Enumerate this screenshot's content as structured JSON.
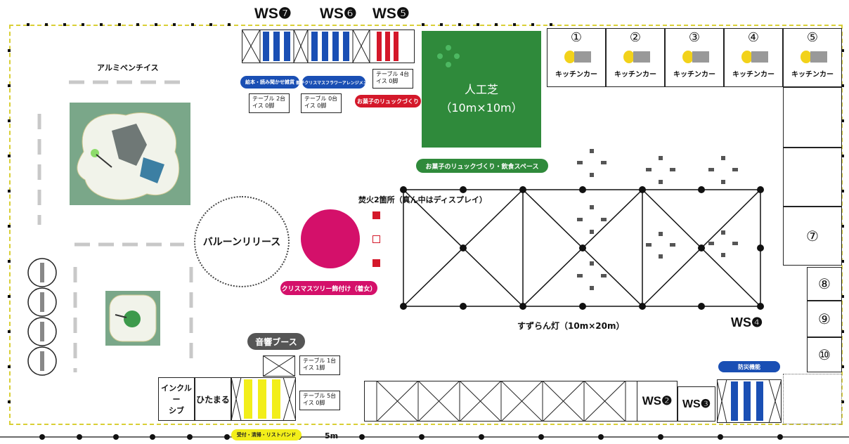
{
  "workshops": {
    "ws7": "WS❼",
    "ws6": "WS❻",
    "ws5": "WS❺",
    "ws4": "WS❹",
    "ws2": "WS❷",
    "ws3": "WS❸"
  },
  "labels": {
    "aluminum_bench": "アルミベンチイス",
    "balloon_release": "バルーンリリース",
    "bonfire": "焚火2箇所（真ん中はディスプレイ）",
    "turf_title": "人工芝",
    "turf_size": "（10m×10m）",
    "suzuran": "すずらん灯（10m×20m）",
    "sound_booth": "音響ブース",
    "inclusive": "インクルー\nシブ",
    "himataru": "ひたまる",
    "scale": "5m"
  },
  "pills": {
    "ws7_pill": "絵本・読み聞かせ雑貨 ",
    "ws6_pill": "親子クリスマスフラワーアレンジメント",
    "candy_pack": "お菓子のリュックづくり",
    "dining_space": "お菓子のリュックづくり・飲食スペース",
    "xmas_tree": "クリスマスツリー飾付け（着女）",
    "reception": "受付・清掃・リストバンド",
    "disaster": "防災機能"
  },
  "notes": {
    "ws7_note": [
      "テーブル 2台",
      "イス  0脚"
    ],
    "ws6_note": [
      "テーブル 0台",
      "イス  0脚"
    ],
    "ws5_note": [
      "テーブル 4台",
      "イス  0脚"
    ],
    "sound_note": [
      "テーブル 1台",
      "イス  1脚"
    ],
    "yellow_note": [
      "テーブル 5台",
      "イス  0脚"
    ]
  },
  "kitchen": [
    {
      "num": "①",
      "label": "キッチンカー"
    },
    {
      "num": "②",
      "label": "キッチンカー"
    },
    {
      "num": "③",
      "label": "キッチンカー"
    },
    {
      "num": "④",
      "label": "キッチンカー"
    },
    {
      "num": "⑤",
      "label": "キッチンカー"
    }
  ],
  "right_cells": {
    "c7": "⑦",
    "c8": "⑧",
    "c9": "⑨",
    "c10": "⑩"
  },
  "colors": {
    "blue": "#1a4fb4",
    "red": "#d4182a",
    "yellow": "#f2ee1a",
    "turf": "#2f8a3b",
    "magenta": "#d4106a",
    "boundary": "#e9e04a"
  }
}
